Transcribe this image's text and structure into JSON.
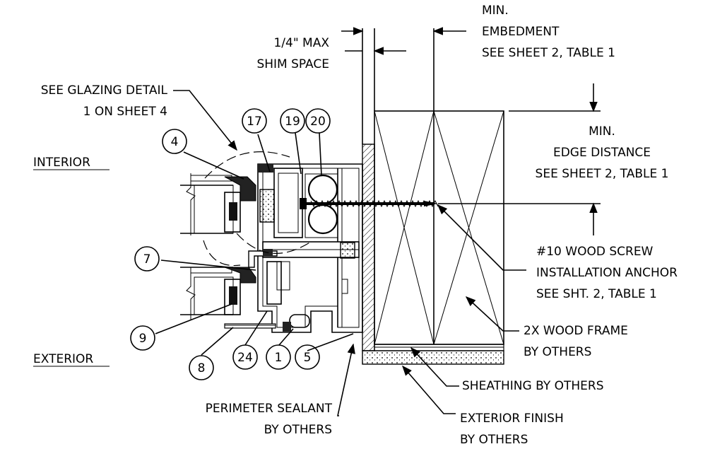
{
  "labels": {
    "shim_space": [
      "1/4\" MAX",
      "SHIM SPACE"
    ],
    "min_embedment": [
      "MIN.",
      "EMBEDMENT",
      "SEE SHEET 2, TABLE 1"
    ],
    "glazing_detail": [
      "SEE GLAZING DETAIL",
      "1 ON SHEET 4"
    ],
    "interior": "INTERIOR",
    "exterior": "EXTERIOR",
    "min_edge_distance": [
      "MIN.",
      "EDGE DISTANCE",
      "SEE SHEET 2, TABLE 1"
    ],
    "wood_screw": [
      "#10 WOOD SCREW",
      "INSTALLATION ANCHOR",
      "SEE SHT. 2, TABLE 1"
    ],
    "wood_frame": [
      "2X WOOD FRAME",
      "BY OTHERS"
    ],
    "sheathing": "SHEATHING BY OTHERS",
    "perimeter_sealant": [
      "PERIMETER SEALANT",
      "BY OTHERS"
    ],
    "exterior_finish": [
      "EXTERIOR FINISH",
      "BY OTHERS"
    ]
  },
  "callouts": {
    "c4": "4",
    "c17": "17",
    "c19": "19",
    "c20": "20",
    "c7": "7",
    "c9": "9",
    "c8": "8",
    "c24": "24",
    "c1": "1",
    "c5": "5"
  }
}
